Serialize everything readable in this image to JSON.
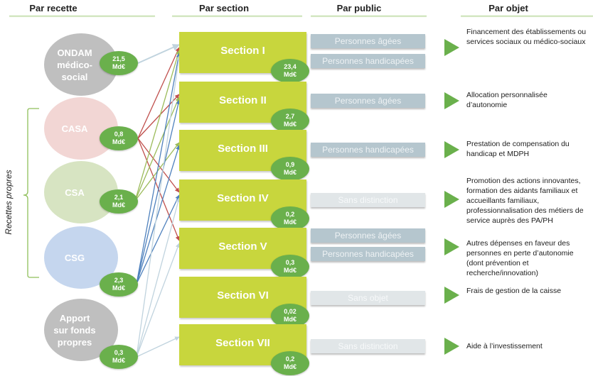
{
  "headers": {
    "recette": "Par recette",
    "section": "Par section",
    "public": "Par public",
    "objet": "Par objet"
  },
  "group_label": "Recettes propres",
  "recettes": [
    {
      "id": "ondam",
      "label_lines": [
        "ONDAM",
        "médico-",
        "social"
      ],
      "amount": "21,5",
      "unit": "Md€",
      "color": "#bfbfbf"
    },
    {
      "id": "casa",
      "label_lines": [
        "CASA"
      ],
      "amount": "0,8",
      "unit": "Md€",
      "color": "#f2d6d4"
    },
    {
      "id": "csa",
      "label_lines": [
        "CSA"
      ],
      "amount": "2,1",
      "unit": "Md€",
      "color": "#d7e4c2"
    },
    {
      "id": "csg",
      "label_lines": [
        "CSG"
      ],
      "amount": "2,3",
      "unit": "Md€",
      "color": "#c5d6ee"
    },
    {
      "id": "apport",
      "label_lines": [
        "Apport",
        "sur fonds",
        "propres"
      ],
      "amount": "0,3",
      "unit": "Md€",
      "color": "#bfbfbf"
    }
  ],
  "sections": [
    {
      "label": "Section I",
      "amount": "23,4",
      "unit": "Md€"
    },
    {
      "label": "Section II",
      "amount": "2,7",
      "unit": "Md€"
    },
    {
      "label": "Section III",
      "amount": "0,9",
      "unit": "Md€"
    },
    {
      "label": "Section IV",
      "amount": "0,2",
      "unit": "Md€"
    },
    {
      "label": "Section V",
      "amount": "0,3",
      "unit": "Md€"
    },
    {
      "label": "Section VI",
      "amount": "0,02",
      "unit": "Md€"
    },
    {
      "label": "Section VII",
      "amount": "0,2",
      "unit": "Md€"
    }
  ],
  "publics": [
    {
      "section": 1,
      "label": "Personnes âgées",
      "style": "dark"
    },
    {
      "section": 1,
      "label": "Personnes handicapées",
      "style": "dark"
    },
    {
      "section": 2,
      "label": "Personnes âgées",
      "style": "dark"
    },
    {
      "section": 3,
      "label": "Personnes handicapées",
      "style": "dark"
    },
    {
      "section": 4,
      "label": "Sans distinction",
      "style": "light"
    },
    {
      "section": 5,
      "label": "Personnes âgées",
      "style": "dark"
    },
    {
      "section": 5,
      "label": "Personnes handicapées",
      "style": "dark"
    },
    {
      "section": 6,
      "label": "Sans objet",
      "style": "light"
    },
    {
      "section": 7,
      "label": "Sans distinction",
      "style": "light"
    }
  ],
  "objets": [
    {
      "section": 1,
      "lines": [
        "Financement des établissements ou",
        "services sociaux ou médico-sociaux"
      ]
    },
    {
      "section": 2,
      "lines": [
        "Allocation personnalisée",
        "d’autonomie"
      ]
    },
    {
      "section": 3,
      "lines": [
        "Prestation de compensation du",
        "handicap et MDPH"
      ]
    },
    {
      "section": 4,
      "lines": [
        "Promotion des actions innovantes,",
        "formation des aidants familiaux et",
        "accueillants familiaux,",
        "professionnalisation des métiers de",
        "service auprès des PA/PH"
      ]
    },
    {
      "section": 5,
      "lines": [
        "Autres dépenses en faveur des",
        "personnes en perte d’autonomie",
        "(dont prévention et",
        "recherche/innovation)"
      ]
    },
    {
      "section": 6,
      "lines": [
        "Frais de gestion de la caisse"
      ]
    },
    {
      "section": 7,
      "lines": [
        "Aide à l’investissement"
      ]
    }
  ],
  "flows": [
    {
      "from": "ondam",
      "to": 1,
      "color": "#c0d3de"
    },
    {
      "from": "casa",
      "to": 1,
      "color": "#c0504d"
    },
    {
      "from": "casa",
      "to": 2,
      "color": "#c0504d"
    },
    {
      "from": "casa",
      "to": 4,
      "color": "#c0504d"
    },
    {
      "from": "casa",
      "to": 5,
      "color": "#c0504d"
    },
    {
      "from": "csa",
      "to": 1,
      "color": "#9bbb59"
    },
    {
      "from": "csa",
      "to": 2,
      "color": "#9bbb59"
    },
    {
      "from": "csa",
      "to": 3,
      "color": "#9bbb59"
    },
    {
      "from": "csg",
      "to": 1,
      "color": "#4f81bd"
    },
    {
      "from": "csg",
      "to": 2,
      "color": "#4f81bd"
    },
    {
      "from": "csg",
      "to": 3,
      "color": "#4f81bd"
    },
    {
      "from": "csg",
      "to": 4,
      "color": "#4f81bd"
    },
    {
      "from": "apport",
      "to": 1,
      "color": "#c0d3de"
    },
    {
      "from": "apport",
      "to": 4,
      "color": "#c0d3de"
    },
    {
      "from": "apport",
      "to": 5,
      "color": "#c0d3de"
    },
    {
      "from": "apport",
      "to": 7,
      "color": "#c0d3de"
    }
  ],
  "colors": {
    "section_fill": "#c8d63d",
    "badge_fill": "#6ab04c",
    "arrow_fill": "#6ab04c",
    "header_rule": "#b7d99a"
  }
}
